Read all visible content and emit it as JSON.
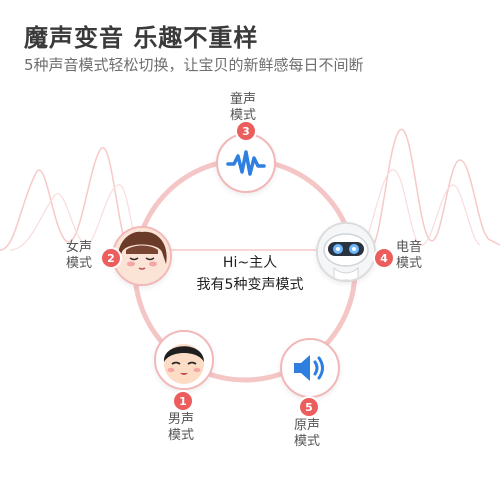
{
  "header": {
    "title": "魔声变音 乐趣不重样",
    "subtitle": "5种声音模式轻松切换，让宝贝的新鲜感每日不间断"
  },
  "center": {
    "line1": "Hi~主人",
    "line2": "我有5种变声模式"
  },
  "modes": [
    {
      "num": "1",
      "line1": "男声",
      "line2": "模式",
      "icon": "boy-face-icon"
    },
    {
      "num": "2",
      "line1": "女声",
      "line2": "模式",
      "icon": "girl-face-icon"
    },
    {
      "num": "3",
      "line1": "童声",
      "line2": "模式",
      "icon": "sound-wave-icon"
    },
    {
      "num": "4",
      "line1": "电音",
      "line2": "模式",
      "icon": "robot-icon"
    },
    {
      "num": "5",
      "line1": "原声",
      "line2": "模式",
      "icon": "speaker-icon"
    }
  ],
  "colors": {
    "ring": "#f5c6c6",
    "badge": "#ec5d5d",
    "accent_blue": "#2f7fe0",
    "wave": "#f7c9c9"
  }
}
